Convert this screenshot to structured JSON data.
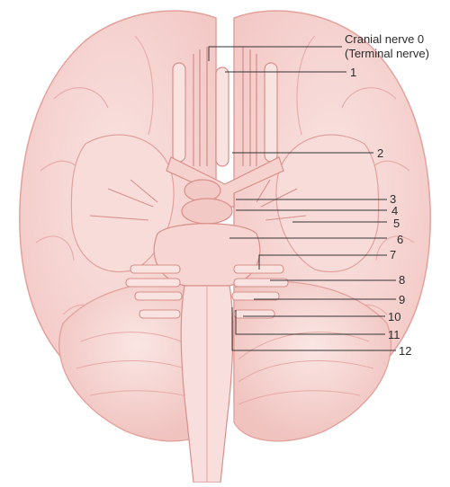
{
  "labels": {
    "cn0_line1": "Cranial nerve 0",
    "cn0_line2": "(Terminal nerve)",
    "n1": "1",
    "n2": "2",
    "n3": "3",
    "n4": "4",
    "n5": "5",
    "n6": "6",
    "n7": "7",
    "n8": "8",
    "n9": "9",
    "n10": "10",
    "n11": "11",
    "n12": "12"
  },
  "colors": {
    "brain_fill": "#f6d6d4",
    "brain_shade": "#efb9b6",
    "brain_outline": "#e3a19c",
    "nerve_fill": "#f9e3e1",
    "nerve_outline": "#d98f8a",
    "leader_line": "#333333"
  }
}
